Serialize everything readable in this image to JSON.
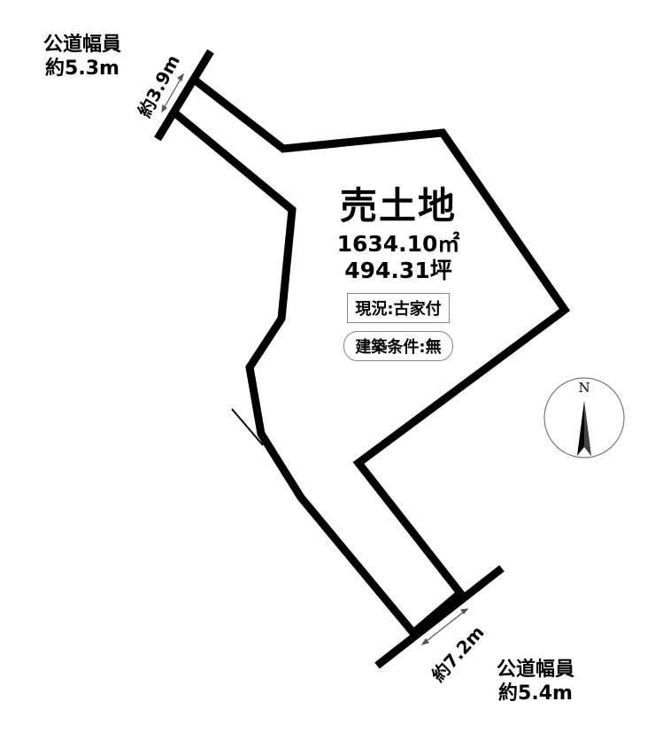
{
  "property": {
    "title": "売土地",
    "area_sqm": "1634.10㎡",
    "area_tsubo": "494.31坪",
    "status": "現況:古家付",
    "building_conditions": "建築条件:無"
  },
  "roads": {
    "top": {
      "line1": "公道幅員",
      "line2": "約5.3m"
    },
    "bottom": {
      "line1": "公道幅員",
      "line2": "約5.4m"
    }
  },
  "frontage": {
    "top": "約3.9m",
    "bottom": "約7.2m"
  },
  "compass": {
    "label": "N"
  },
  "colors": {
    "ink": "#000000",
    "box_border": "#888888"
  }
}
